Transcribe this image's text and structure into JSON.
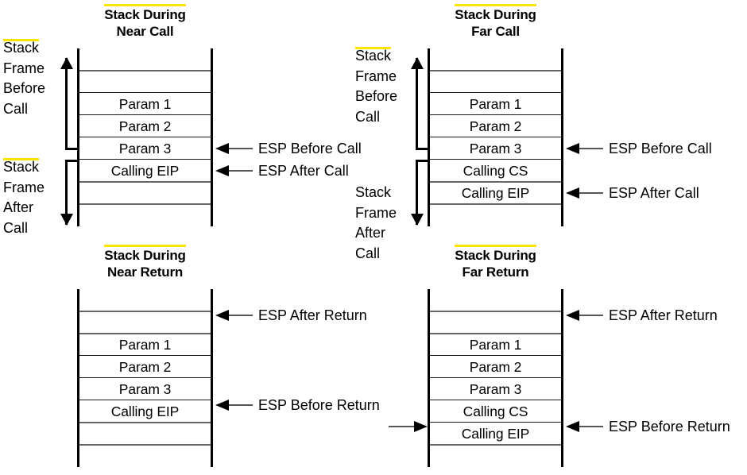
{
  "meta": {
    "colors": {
      "rail": "#000000",
      "separator": "#666666",
      "highlight": "#ffe400",
      "text": "#000000",
      "background": "#ffffff"
    }
  },
  "diagrams": [
    {
      "id": "near-call",
      "title_line1": "Stack During",
      "title_line2": "Near Call",
      "rows": [
        "",
        "",
        "Param 1",
        "Param 2",
        "Param 3",
        "Calling EIP",
        "",
        ""
      ],
      "left_annotations": [
        {
          "id": "frame-before-call",
          "lines": [
            "Stack",
            "Frame",
            "Before",
            "Call"
          ],
          "direction": "up",
          "spans_rows": "0-4"
        },
        {
          "id": "frame-after-call",
          "lines": [
            "Stack",
            "Frame",
            "After",
            "Call"
          ],
          "direction": "down",
          "spans_rows": "5-7"
        }
      ],
      "right_annotations": [
        {
          "id": "esp-before-call",
          "label": "ESP Before Call",
          "row": 4,
          "direction": "left"
        },
        {
          "id": "esp-after-call",
          "label": "ESP After Call",
          "row": 5,
          "direction": "left"
        }
      ]
    },
    {
      "id": "far-call",
      "title_line1": "Stack During",
      "title_line2": "Far Call",
      "rows": [
        "",
        "",
        "Param 1",
        "Param 2",
        "Param 3",
        "Calling CS",
        "Calling EIP",
        ""
      ],
      "left_annotations": [
        {
          "id": "frame-before-call",
          "lines": [
            "Stack",
            "Frame",
            "Before",
            "Call"
          ],
          "direction": "up",
          "spans_rows": "0-4"
        },
        {
          "id": "frame-after-call",
          "lines": [
            "Stack",
            "Frame",
            "After",
            "Call"
          ],
          "direction": "down",
          "spans_rows": "5-7"
        }
      ],
      "right_annotations": [
        {
          "id": "esp-before-call",
          "label": "ESP Before Call",
          "row": 4,
          "direction": "left"
        },
        {
          "id": "esp-after-call",
          "label": "ESP After Call",
          "row": 6,
          "direction": "left"
        }
      ]
    },
    {
      "id": "near-return",
      "title_line1": "Stack During",
      "title_line2": "Near Return",
      "rows": [
        "",
        "",
        "Param 1",
        "Param 2",
        "Param 3",
        "Calling EIP",
        "",
        ""
      ],
      "left_annotations": [],
      "right_annotations": [
        {
          "id": "esp-after-return",
          "label": "ESP After Return",
          "row": 1,
          "direction": "left"
        },
        {
          "id": "esp-before-return",
          "label": "ESP Before Return",
          "row": 5,
          "direction": "left"
        }
      ]
    },
    {
      "id": "far-return",
      "title_line1": "Stack During",
      "title_line2": "Far Return",
      "rows": [
        "",
        "",
        "Param 1",
        "Param 2",
        "Param 3",
        "Calling CS",
        "Calling EIP",
        ""
      ],
      "left_annotations": [],
      "right_annotations": [
        {
          "id": "esp-after-return",
          "label": "ESP After Return",
          "row": 1,
          "direction": "left"
        },
        {
          "id": "esp-before-return",
          "label": "ESP Before Return",
          "row": 6,
          "direction": "left"
        }
      ],
      "incoming_arrow": {
        "id": "far-return-incoming-arrow",
        "row": 6,
        "direction": "right",
        "label": ""
      }
    }
  ]
}
